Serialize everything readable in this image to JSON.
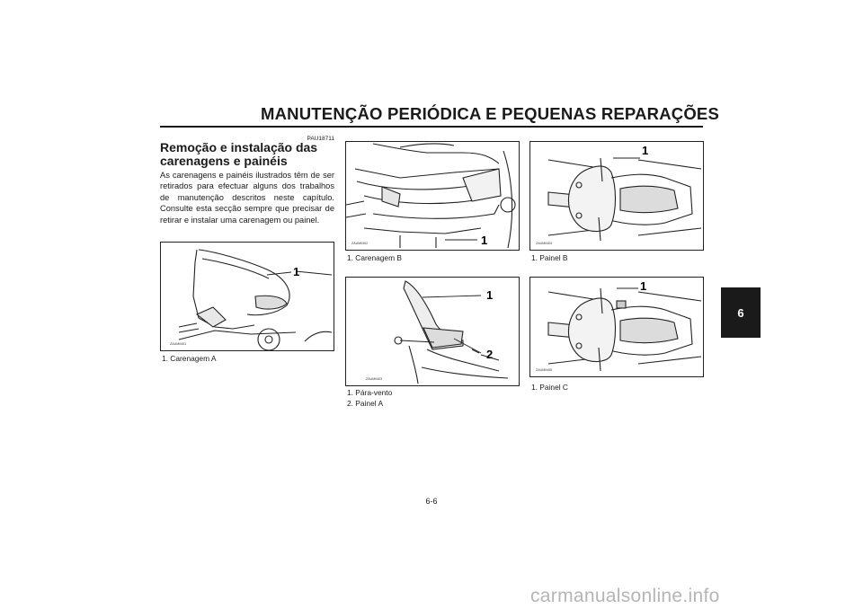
{
  "header": {
    "title": "MANUTENÇÃO PERIÓDICA E PEQUENAS REPARAÇÕES"
  },
  "chapter_tab": "6",
  "section": {
    "code": "PAU18711",
    "heading": "Remoção e instalação das carenagens e painéis",
    "body": "As carenagens e painéis ilustrados têm de ser retirados para efectuar alguns dos trabalhos de manutenção descritos neste capítulo. Consulte esta secção sempre que precisar de retirar e instalar uma carenagem ou painel."
  },
  "figures": [
    {
      "code": "ZAUM0401",
      "pointers": [
        "1"
      ],
      "captions": [
        "1. Carenagem A"
      ],
      "icon": "front-fairing-illustration"
    },
    {
      "code": "ZAUM0402",
      "pointers": [
        "1"
      ],
      "captions": [
        "1. Carenagem B"
      ],
      "icon": "side-fairing-illustration"
    },
    {
      "code": "ZAUM0404",
      "pointers": [
        "1"
      ],
      "captions": [
        "1. Painel B"
      ],
      "icon": "cockpit-panel-b-illustration"
    },
    {
      "code": "ZAUM0403",
      "pointers": [
        "1",
        "2"
      ],
      "captions": [
        "1. Pára-vento",
        "2. Painel A"
      ],
      "icon": "windshield-illustration"
    },
    {
      "code": "ZAUM0405",
      "pointers": [
        "1"
      ],
      "captions": [
        "1. Painel C"
      ],
      "icon": "cockpit-panel-c-illustration"
    }
  ],
  "page_number": "6-6",
  "watermark": "carmanualsonline.info"
}
